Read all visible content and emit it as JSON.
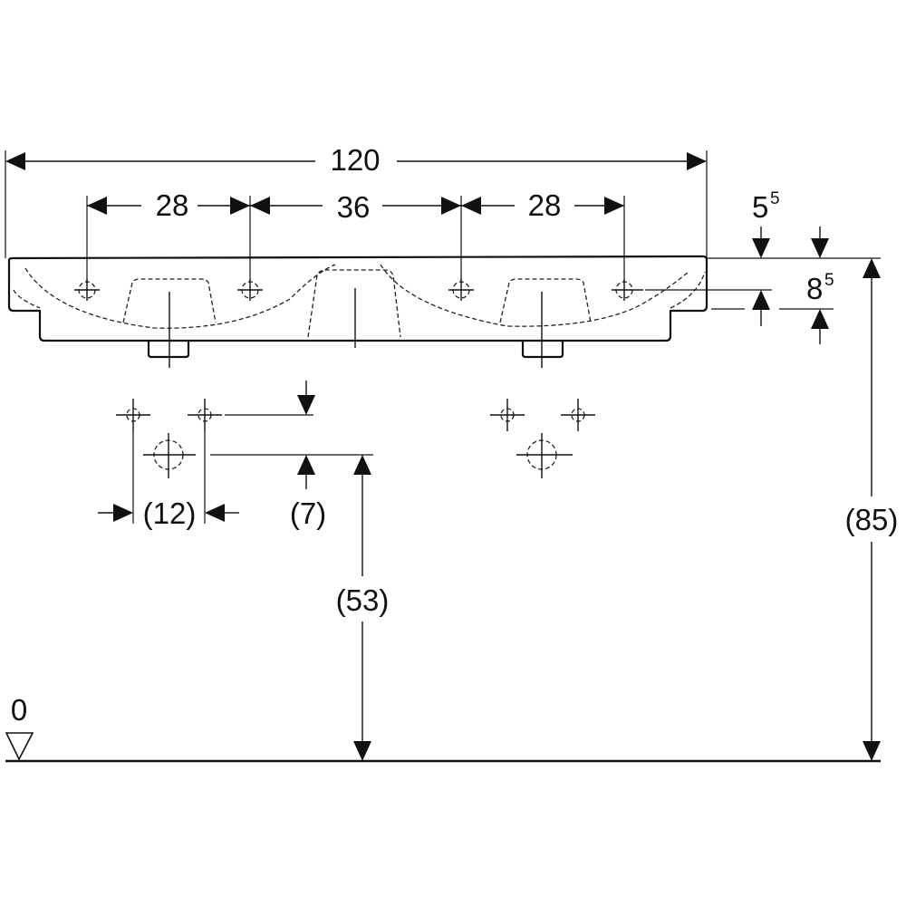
{
  "dimensions": {
    "overall_width": "120",
    "hole_to_hole_left": "28",
    "hole_to_hole_center": "36",
    "hole_to_hole_right": "28",
    "top_offset_base": "5",
    "top_offset_sup": "5",
    "rim_height_base": "8",
    "rim_height_sup": "5",
    "supply_spacing": "(12)",
    "supply_offset": "(7)",
    "supply_height": "(53)",
    "total_height": "(85)",
    "floor_level": "0"
  },
  "icons": {
    "floor_marker": "triangle-down-icon",
    "tap_hole": "crosshair-circle-icon"
  }
}
